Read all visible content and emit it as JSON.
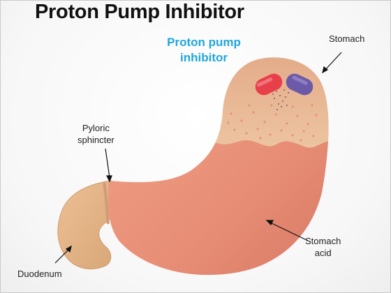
{
  "title": "Proton Pump Inhibitor",
  "drug_label": {
    "line1": "Proton pump",
    "line2": "inhibitor"
  },
  "labels": {
    "stomach": "Stomach",
    "pyloric_line1": "Pyloric",
    "pyloric_line2": "sphincter",
    "duodenum": "Duodenum",
    "acid_line1": "Stomach",
    "acid_line2": "acid"
  },
  "colors": {
    "drug_label": "#1ea7db",
    "stomach_body": "#e8907a",
    "stomach_upper": "#e8b48e",
    "duodenum": "#e2b07e",
    "capsule_red": "#e8404a",
    "capsule_blue": "#6b5aa8"
  }
}
